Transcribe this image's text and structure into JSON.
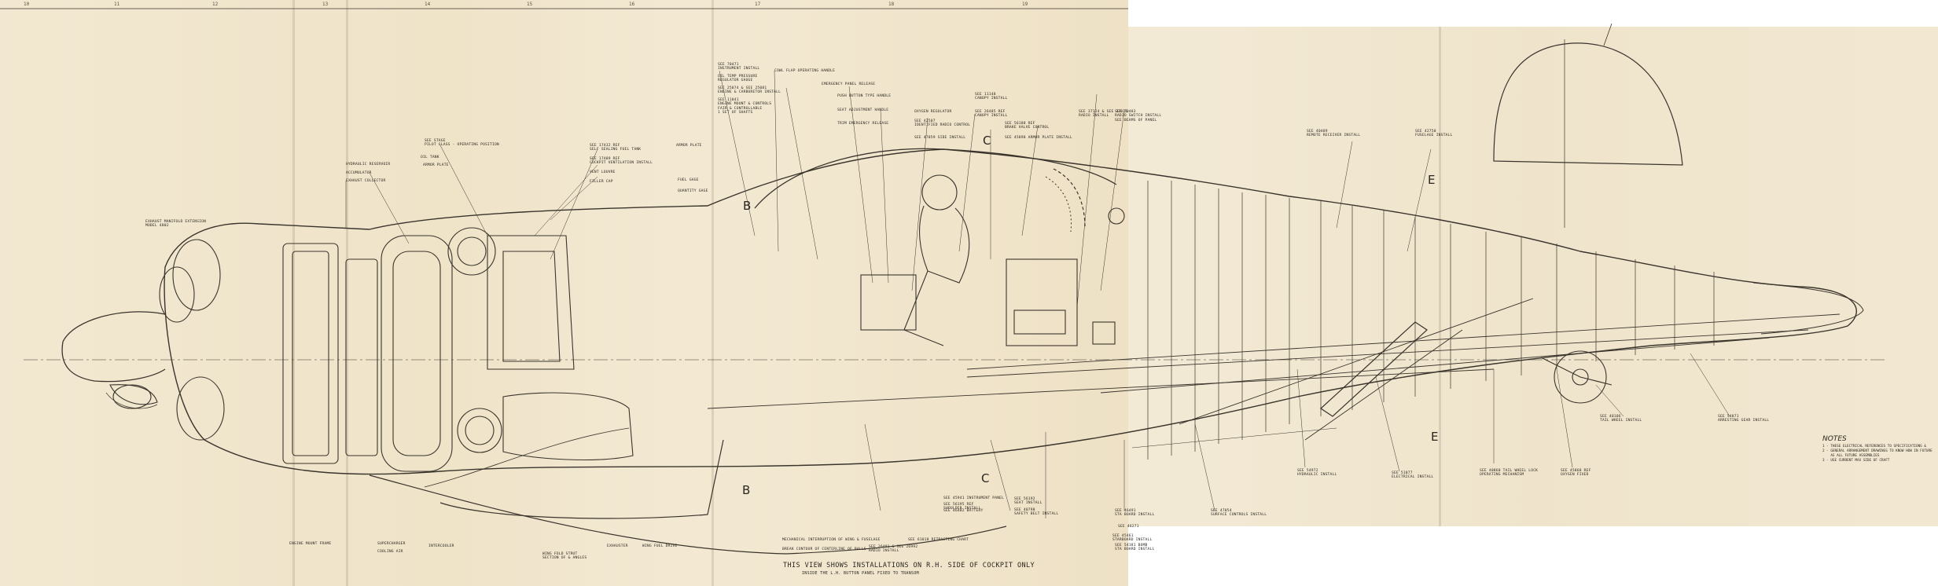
{
  "drawing": {
    "title": "THIS VIEW SHOWS INSTALLATIONS ON R.H. SIDE OF COCKPIT ONLY",
    "subtitle": "INSIDE THE L.H. BUTTON PANEL FIXED TO TRANSOM",
    "sheet_column_numbers": [
      "10",
      "11",
      "12",
      "13",
      "14",
      "15",
      "16",
      "17",
      "18",
      "19"
    ]
  },
  "section_markers": [
    "B",
    "B",
    "C",
    "C",
    "E",
    "E"
  ],
  "labels": {
    "exhaust_manifold": "EXHAUST MANIFOLD EXTENSION\nMODEL 4002",
    "hydraulic_reservoir": "HYDRAULIC RESERVOIR",
    "accumulator": "ACCUMULATOR",
    "exhaust_collector": "EXHAUST COLLECTOR",
    "oil_tank": "OIL TANK",
    "armor_plate_fwd": "ARMOR PLATE",
    "pilot_glass": "SEE STAGE\nPILOT GLASS - OPERATING POSITION",
    "self_sealing_fuel": "SEE 17432 REF\nSELF SEALING FUEL TANK",
    "fuel_tank_2": "SEE 17489 REF\nCOCKPIT VENTILATION INSTALL",
    "vent_louvre": "VENT LOUVRE",
    "filler_cap": "FILLER CAP",
    "cockpit_instr": "SEE 70471\nINSTRUMENT INSTALL",
    "oil_temp": "OIL TEMP PRESSURE\nREGULATOR GAUGE",
    "flap_gear": "SEE 25074 & SEE 25081\nENGINE & CARBURETOR INSTALL",
    "engine_mount": "SEE 11041\nENGINE MOUNT & CONTROLS\nFAIR & CONTROLLABLE\n1 SET OF SHAFTS",
    "cowl_flap": "COWL FLAP OPERATING HANDLE",
    "emergency_release": "EMERGENCY PANEL RELEASE",
    "push_button": "PUSH BUTTON TYPE HANDLE",
    "seat_adjust": "SEAT ADJUSTMENT HANDLE",
    "trim_release": "TRIM EMERGENCY RELEASE",
    "oxygen_reg": "OXYGEN REGULATOR",
    "radio_gear": "SEE 42507\nIDENTIFIED RADIO CONTROL",
    "side_install": "SEE 47059 SIDE INSTALL",
    "cockpit_decks": "SEE 26491 & SEE 26992\nRADIO INSTALL",
    "canopy": "SEE 11148\nCANOPY INSTALL",
    "hatch": "SEE 26485 REF\nCANOPY INSTALL",
    "brake_valve": "SEE 56188 REF\nBRAKE VALVE CONTROL",
    "armor_plate_aft": "SEE 45898 ARMOR PLATE INSTALL",
    "radio_switches": "SEE 70483\nRADIO SWITCH INSTALL\nSEE BEAMS OF PANEL",
    "canopy_control": "SEE 37124 & SEE 37011\nRADIO INSTALL",
    "armor_plate_lbl": "ARMOR PLATE",
    "fuel_gage": "FUEL GAGE",
    "quantity_gage": "QUANTITY GAGE",
    "antenna": "SEE 40489\nREMOTE RECEIVER INSTALL",
    "fuselage": "SEE 42750\nFUSELAGE INSTALL",
    "tail_wheel": "SEE 40106\nTAIL WHEEL INSTALL",
    "arresting_gear": "SEE 54871\nARRESTING GEAR INSTALL",
    "hydraulic_install": "SEE 54972\nHYDRAULIC INSTALL",
    "electrical": "SEE 51077\nELECTRICAL INSTALL",
    "gunsight": "SEE 40860 TAIL WHEEL LOCK\nOPERATING MECHANISM",
    "oxygen_cyl": "SEE 45868 REF\nOXYGEN FIXED",
    "flight_control": "SEE 47054\nSURFACE CONTROLS INSTALL",
    "sta_install": "SEE 46491\nSTA BOARD INSTALL",
    "pitot": "SEE 46271",
    "gun_charger": "SEE 54181 BOMB\nSTA BOARD INSTALL",
    "rudder_pedal": "SEE 61018 RETRACTING CHART",
    "safety_belt": "SEE 40798\nSAFETY BELT INSTALL",
    "seat_install": "SEE 56192\nSEAT INSTALL",
    "shoulder_harness": "SEE 56195 REF\nSHOULDER INSTALL",
    "aileron_bracket": "SEE 46402 BATTERY",
    "mech_interrupt": "MECHANICAL INTERRUPTION OF WING & FUSELAGE",
    "break_contour": "BREAK CONTOUR OF CENTERLINE OF BALLS",
    "engine_mount_frame": "ENGINE MOUNT FRAME",
    "cowl_air": "COOLING AIR",
    "intercooler": "INTERCOOLER",
    "wing_fold": "WING FOLD STRUT\nSECTION OF & ANGLES",
    "exhauster": "EXHAUSTER",
    "wing_fuel_drive": "WING FUEL DRIVE",
    "instrument_panel": "SEE 45941 INSTRUMENT PANEL",
    "supercharger": "SUPERCHARGER",
    "tail_install": "SEE 45461\nSTARBOARD INSTALL"
  },
  "notes": {
    "heading": "NOTES",
    "lines": [
      "1 - THESE ELECTRICAL REFERENCES TO SPECIFICATIONS &",
      "2 - GENERAL ARRANGEMENT DRAWINGS TO KNOW HOW IN FUTURE",
      "    AS ALL FUTURE ASSEMBLIES",
      "3 - USE CURRENT MAX SIDE OF CRAFT"
    ]
  }
}
